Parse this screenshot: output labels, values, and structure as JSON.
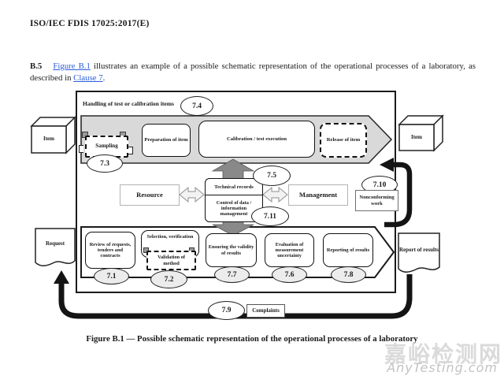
{
  "header": {
    "title": "ISO/IEC FDIS 17025:2017(E)"
  },
  "para": {
    "num": "B.5",
    "link_figure": "Figure B.1",
    "body": " illustrates an example of a possible schematic representation of the operational processes of a laboratory, as described in ",
    "link_clause": "Clause 7",
    "end": "."
  },
  "diagram": {
    "handling_label": "Handling of test or calibration items",
    "items": {
      "left": "Item",
      "right": "Item"
    },
    "process_top": {
      "sampling": "Sampling",
      "preparation": "Preparation of item",
      "calibration": "Calibration / test execution",
      "release": "Release of item"
    },
    "middle": {
      "resource": "Resource",
      "technical_records": "Technical records",
      "data_control": "Control of data / information management",
      "management": "Management",
      "nonconforming": "Nonconforming work"
    },
    "process_bottom": {
      "review": "Review of requests, tenders and contracts",
      "selection": "Selection, verification",
      "validation": "Validation of method",
      "ensuring": "Ensuring the validity of results",
      "evaluation": "Evaluation of measurement uncertainty",
      "reporting": "Reporting of results"
    },
    "docs": {
      "request": "Request",
      "report": "Report of results"
    },
    "complaints": "Complaints",
    "refs": {
      "r71": "7.1",
      "r72": "7.2",
      "r73": "7.3",
      "r74": "7.4",
      "r75": "7.5",
      "r76": "7.6",
      "r77": "7.7",
      "r78": "7.8",
      "r79": "7.9",
      "r710": "7.10",
      "r711": "7.11"
    }
  },
  "caption": "Figure B.1 — Possible schematic representation of the operational processes of a laboratory",
  "watermark": {
    "cn": "嘉峪检测网",
    "en": "AnyTesting.com"
  },
  "colors": {
    "band_gray": "#d9d9d9",
    "arrow_gray": "#898989",
    "link_blue": "#2b5cd9",
    "line_black": "#141414"
  }
}
